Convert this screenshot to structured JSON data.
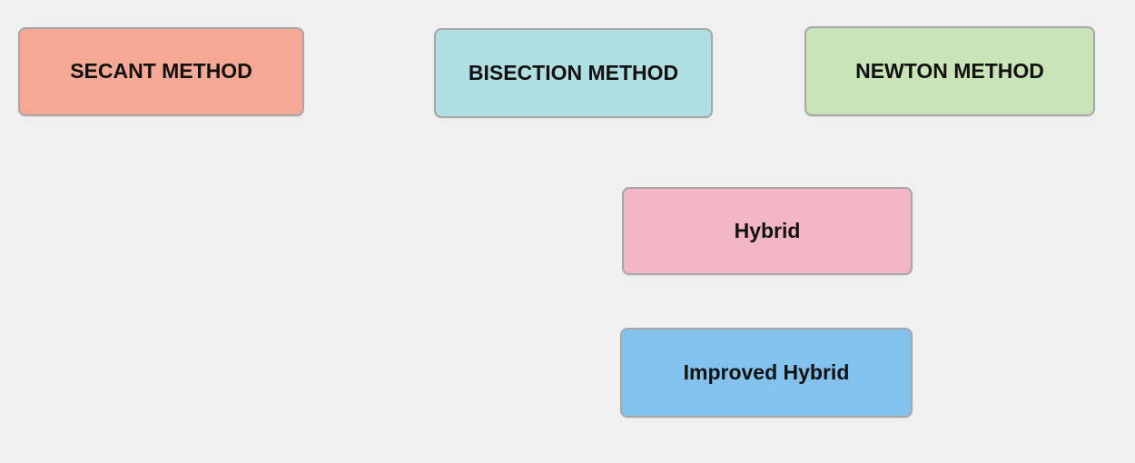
{
  "diagram": {
    "nodes": [
      {
        "label": "SECANT METHOD",
        "color": "#f5a995"
      },
      {
        "label": "BISECTION METHOD",
        "color": "#b0dfe3"
      },
      {
        "label": "NEWTON METHOD",
        "color": "#c9e4b6"
      },
      {
        "label": "Hybrid",
        "color": "#f2b5c4"
      },
      {
        "label": "Improved Hybrid",
        "color": "#83c2ec"
      }
    ]
  }
}
